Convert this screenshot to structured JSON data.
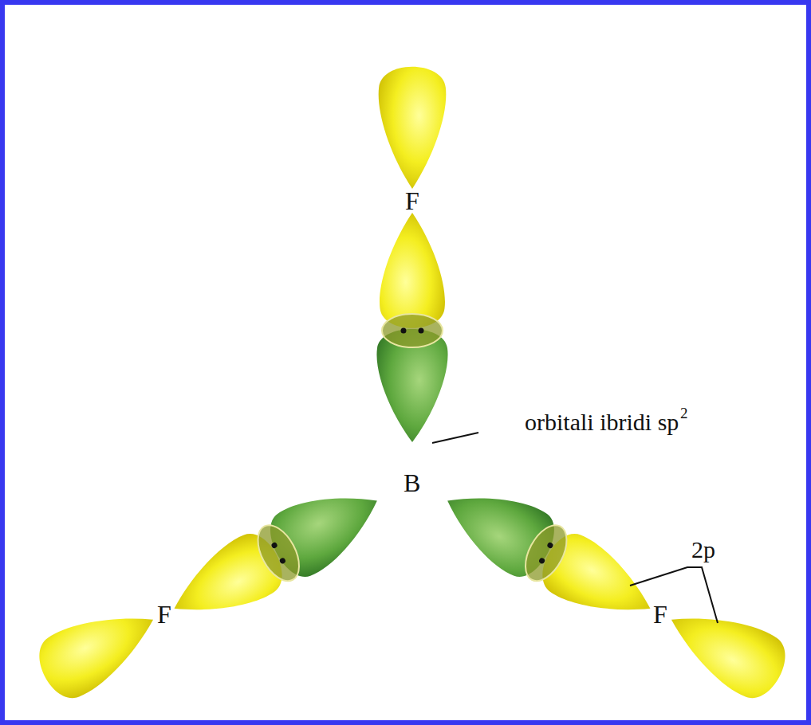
{
  "diagram": {
    "labels": [
      "F",
      "orbitali ibridi sp",
      "2",
      "B",
      "2p",
      "F",
      "F"
    ]
  }
}
